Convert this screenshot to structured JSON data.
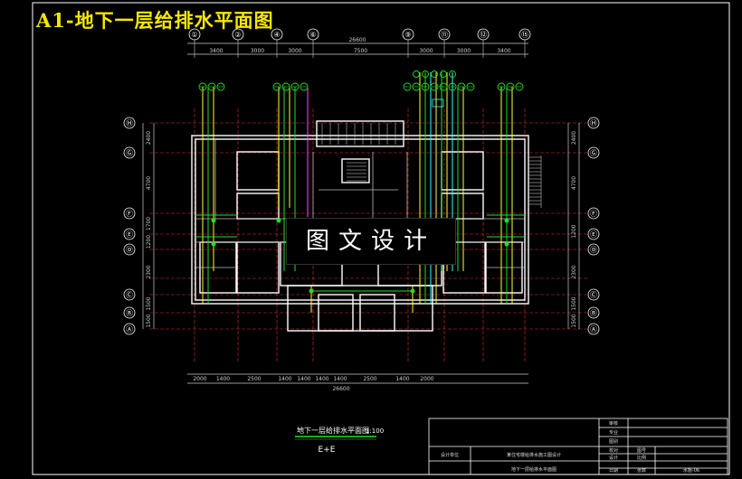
{
  "sheet": {
    "title": "A1-地下一层给排水平面图"
  },
  "watermark": {
    "text": "图文设计"
  },
  "axes": {
    "top": [
      "①",
      "②",
      "④",
      "⑥",
      "⑨",
      "⑪",
      "⑫",
      "⑮"
    ],
    "left": [
      "Ⓗ",
      "Ⓖ",
      "Ⓕ",
      "Ⓔ",
      "Ⓓ",
      "Ⓒ",
      "Ⓑ",
      "Ⓐ"
    ]
  },
  "dimensions": {
    "top_total": "26600",
    "top_spans": [
      "3400",
      "3000",
      "3000",
      "7500",
      "3000",
      "3000",
      "3400"
    ],
    "bottom_total": "26600",
    "bottom_spans": [
      "2000",
      "1400",
      "2500",
      "1400",
      "1400",
      "1400",
      "1400",
      "2500",
      "1400",
      "2000"
    ],
    "left_spans": [
      "2400",
      "4700",
      "1700",
      "1200",
      "2300",
      "1500",
      "1500"
    ],
    "right_spans": [
      "2400",
      "4700",
      "1200",
      "2300",
      "1500",
      "1500"
    ]
  },
  "plan_caption": {
    "title": "地下一层给排水平面图",
    "scale": "1:100",
    "subtitle": "E+E"
  },
  "title_block": {
    "row1": "审核",
    "row2": "专业",
    "row3": "图别",
    "school": "设计单位",
    "project": "某住宅楼给排水施工图设计",
    "drawing": "地下一层给排水平面图",
    "labels": [
      "校对",
      "设计",
      "日期"
    ],
    "right_labels": [
      "图号",
      "比例",
      "张数"
    ],
    "sheet_no": "水施-06"
  },
  "colors": {
    "background": "#000000",
    "title_yellow": "#f5e800",
    "wall_white": "#ffffff",
    "axis_red": "#e23030",
    "pipe_yellow": "#ffff33",
    "pipe_green": "#22e022",
    "pipe_cyan": "#33ffff",
    "pipe_magenta": "#ff44ff",
    "frame_white": "#ffffff"
  }
}
